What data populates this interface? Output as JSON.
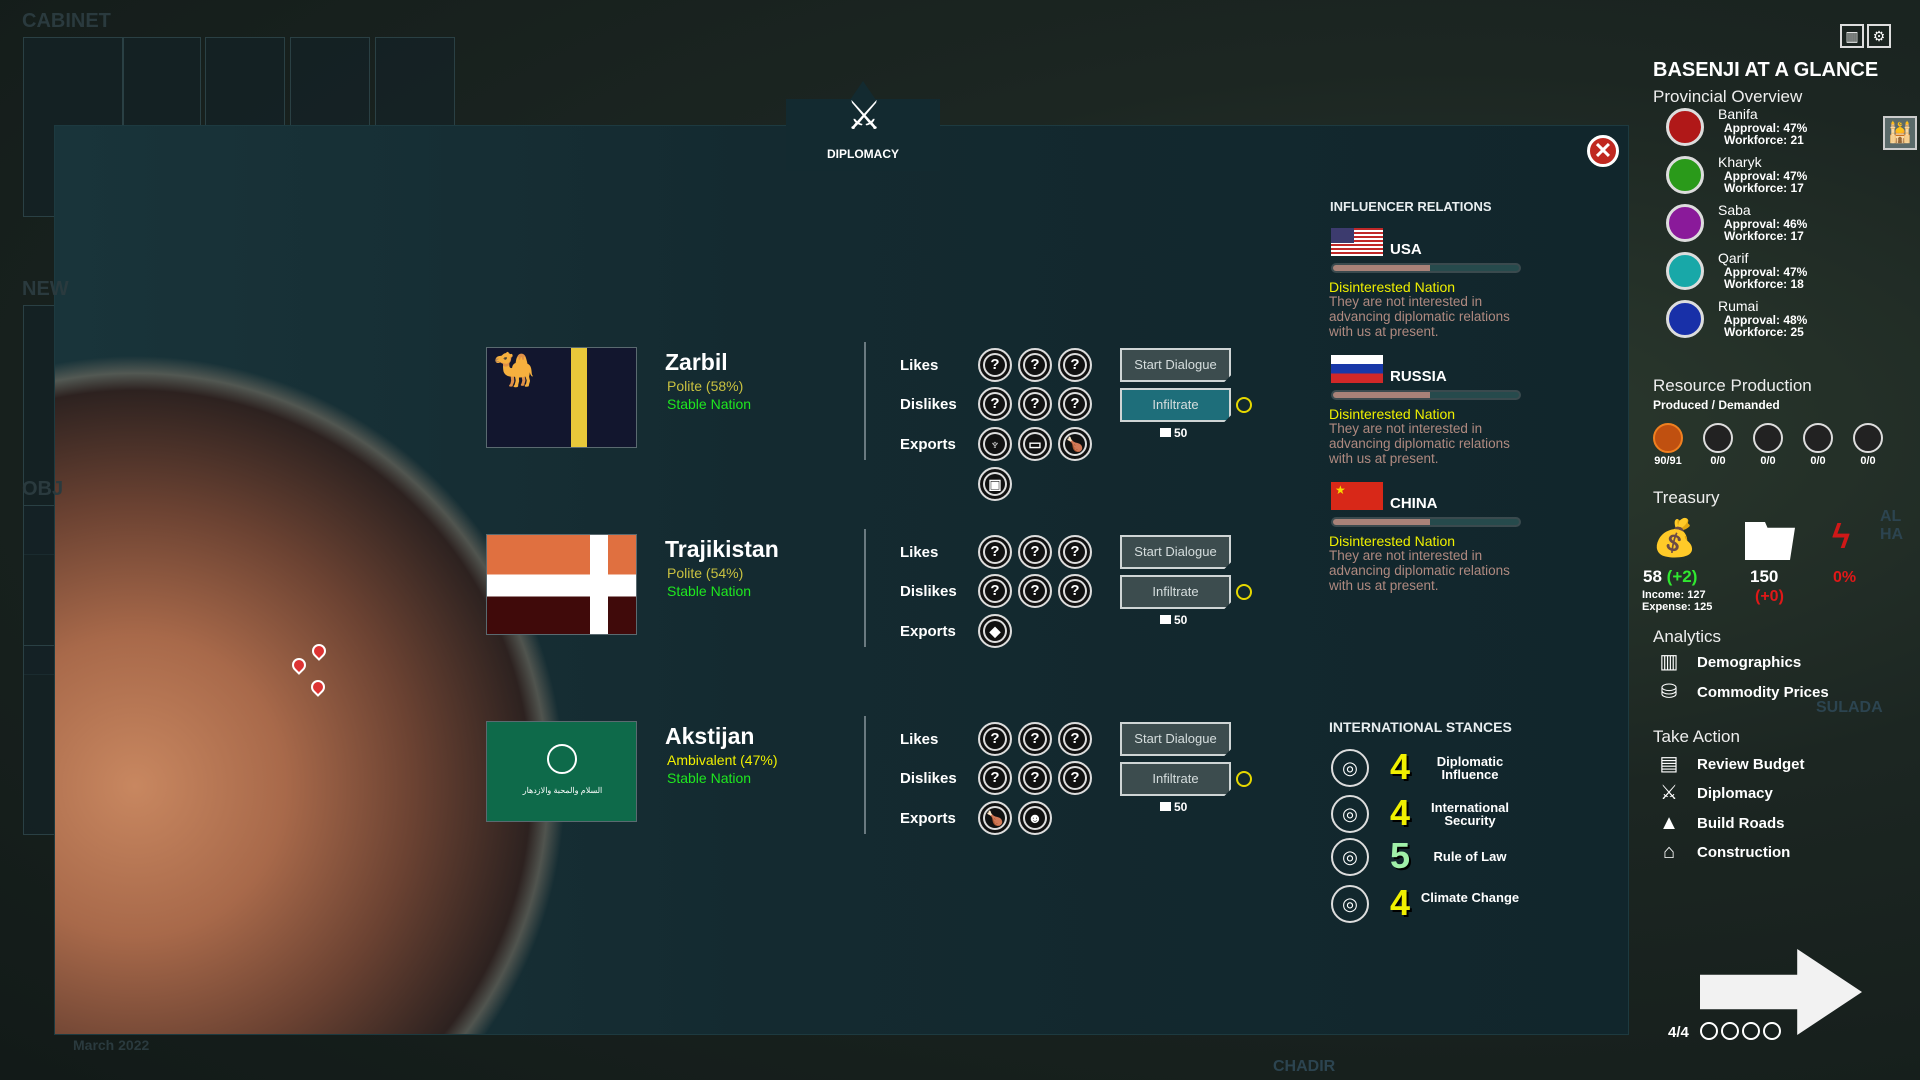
{
  "background": {
    "cabinet_label": "CABINET",
    "news_label": "NEW",
    "objectives_label": "OBJ",
    "date": "March 2022",
    "map_labels": [
      "AL HA",
      "SULADA",
      "CHADIR"
    ]
  },
  "modal": {
    "title": "DIPLOMACY",
    "close": "close-icon",
    "nations": [
      {
        "name": "Zarbil",
        "mood": "Polite (58%)",
        "mood_color": "#c8c040",
        "stability": "Stable Nation",
        "flag": "camel-flag",
        "likes": [
          "?",
          "?",
          "?"
        ],
        "dislikes": [
          "?",
          "?",
          "?"
        ],
        "exports": [
          "fish",
          "electronics",
          "meat",
          "appliances"
        ],
        "exports_label": "Exports",
        "likes_label": "Likes",
        "dislikes_label": "Dislikes",
        "start_dialogue": "Start Dialogue",
        "infiltrate": "Infiltrate",
        "infiltrate_active": true,
        "cost": "50"
      },
      {
        "name": "Trajikistan",
        "mood": "Polite (54%)",
        "mood_color": "#c8c040",
        "stability": "Stable Nation",
        "flag": "cross-flag",
        "likes": [
          "?",
          "?",
          "?"
        ],
        "dislikes": [
          "?",
          "?",
          "?"
        ],
        "exports": [
          "gems"
        ],
        "exports_label": "Exports",
        "likes_label": "Likes",
        "dislikes_label": "Dislikes",
        "start_dialogue": "Start Dialogue",
        "infiltrate": "Infiltrate",
        "infiltrate_active": false,
        "cost": "50"
      },
      {
        "name": "Akstijan",
        "mood": "Ambivalent (47%)",
        "mood_color": "#f0f000",
        "stability": "Stable Nation",
        "flag": "green-flag",
        "flag_text": "السلام والمحبة والازدهار",
        "likes": [
          "?",
          "?",
          "?"
        ],
        "dislikes": [
          "?",
          "?",
          "?"
        ],
        "exports": [
          "meat",
          "chef"
        ],
        "exports_label": "Exports",
        "likes_label": "Likes",
        "dislikes_label": "Dislikes",
        "start_dialogue": "Start Dialogue",
        "infiltrate": "Infiltrate",
        "infiltrate_active": false,
        "cost": "50"
      }
    ],
    "influencers": {
      "title": "INFLUENCER RELATIONS",
      "items": [
        {
          "name": "USA",
          "relation": 0.52,
          "status": "Disinterested Nation",
          "desc": "They are not interested in advancing diplomatic relations with us at present."
        },
        {
          "name": "RUSSIA",
          "relation": 0.52,
          "status": "Disinterested Nation",
          "desc": "They are not interested in advancing diplomatic relations with us at present."
        },
        {
          "name": "CHINA",
          "relation": 0.52,
          "status": "Disinterested Nation",
          "desc": "They are not interested in advancing diplomatic relations with us at present."
        }
      ]
    },
    "stances": {
      "title": "INTERNATIONAL STANCES",
      "items": [
        {
          "icon": "handshake-globe-icon",
          "value": "4",
          "label": "Diplomatic Influence",
          "color": "#f0f000"
        },
        {
          "icon": "shield-globe-icon",
          "value": "4",
          "label": "International Security",
          "color": "#f0f000"
        },
        {
          "icon": "scales-globe-icon",
          "value": "5",
          "label": "Rule of Law",
          "color": "#a0f0a8"
        },
        {
          "icon": "thermometer-globe-icon",
          "value": "4",
          "label": "Climate Change",
          "color": "#f0f000"
        }
      ]
    }
  },
  "sidebar": {
    "title": "BASENJI AT A GLANCE",
    "provincial_title": "Provincial Overview",
    "provinces": [
      {
        "name": "Banifa",
        "approval": "Approval: 47%",
        "workforce": "Workforce: 21",
        "color": "#b01818"
      },
      {
        "name": "Kharyk",
        "approval": "Approval: 47%",
        "workforce": "Workforce: 17",
        "color": "#2a9a1a"
      },
      {
        "name": "Saba",
        "approval": "Approval: 46%",
        "workforce": "Workforce: 17",
        "color": "#8a1a9a"
      },
      {
        "name": "Qarif",
        "approval": "Approval: 47%",
        "workforce": "Workforce: 18",
        "color": "#18a8a8"
      },
      {
        "name": "Rumai",
        "approval": "Approval: 48%",
        "workforce": "Workforce: 25",
        "color": "#1830a8"
      }
    ],
    "resource": {
      "title": "Resource Production",
      "subtitle": "Produced / Demanded",
      "items": [
        {
          "icon": "meat-icon",
          "value": "90/91",
          "highlight": true
        },
        {
          "icon": "appliance-icon",
          "value": "0/0"
        },
        {
          "icon": "chef-icon",
          "value": "0/0"
        },
        {
          "icon": "monitor-icon",
          "value": "0/0"
        },
        {
          "icon": "gem-icon",
          "value": "0/0"
        }
      ]
    },
    "treasury": {
      "title": "Treasury",
      "money": "58",
      "money_delta": "(+2)",
      "income": "Income: 127",
      "expense": "Expense: 125",
      "intel": "150",
      "intel_delta": "(+0)",
      "unrest": "0%"
    },
    "analytics": {
      "title": "Analytics",
      "items": [
        "Demographics",
        "Commodity Prices"
      ]
    },
    "actions": {
      "title": "Take Action",
      "items": [
        "Review Budget",
        "Diplomacy",
        "Build Roads",
        "Construction"
      ]
    },
    "turn": {
      "label": "4/4",
      "timers": 4
    }
  }
}
